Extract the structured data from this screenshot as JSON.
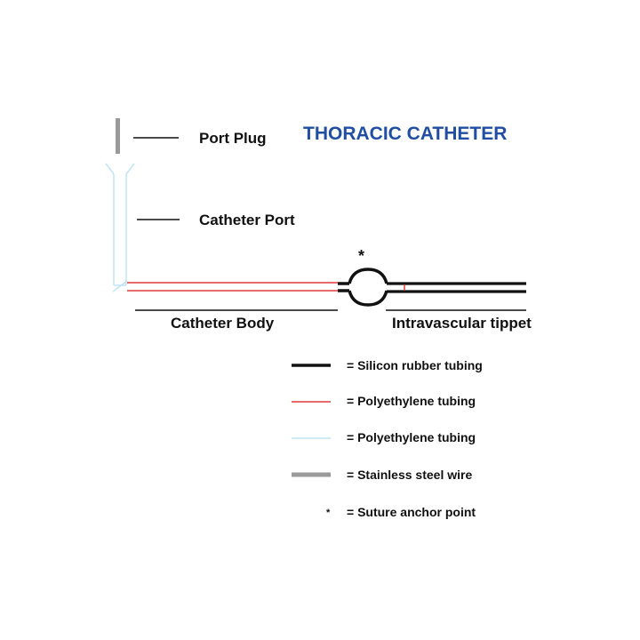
{
  "colors": {
    "title": "#1f4ea3",
    "silicon": "#111111",
    "polyethylene_red": "#e03a3a",
    "polyethylene_light": "#bfe4f5",
    "steel": "#9a9a9a",
    "text": "#111111"
  },
  "diagram": {
    "title": "THORACIC CATHETER",
    "labels": {
      "port_plug": "Port Plug",
      "catheter_port": "Catheter Port",
      "catheter_body": "Catheter Body",
      "intravascular_tippet": "Intravascular tippet",
      "anchor_mark": "*"
    }
  },
  "legend": [
    {
      "id": "silicon",
      "text": "= Silicon rubber tubing"
    },
    {
      "id": "polyethylene-red",
      "text": "= Polyethylene tubing"
    },
    {
      "id": "polyethylene-light",
      "text": "= Polyethylene tubing"
    },
    {
      "id": "steel",
      "text": "= Stainless steel wire"
    },
    {
      "id": "suture",
      "symbol": "*",
      "text": "= Suture anchor point"
    }
  ]
}
